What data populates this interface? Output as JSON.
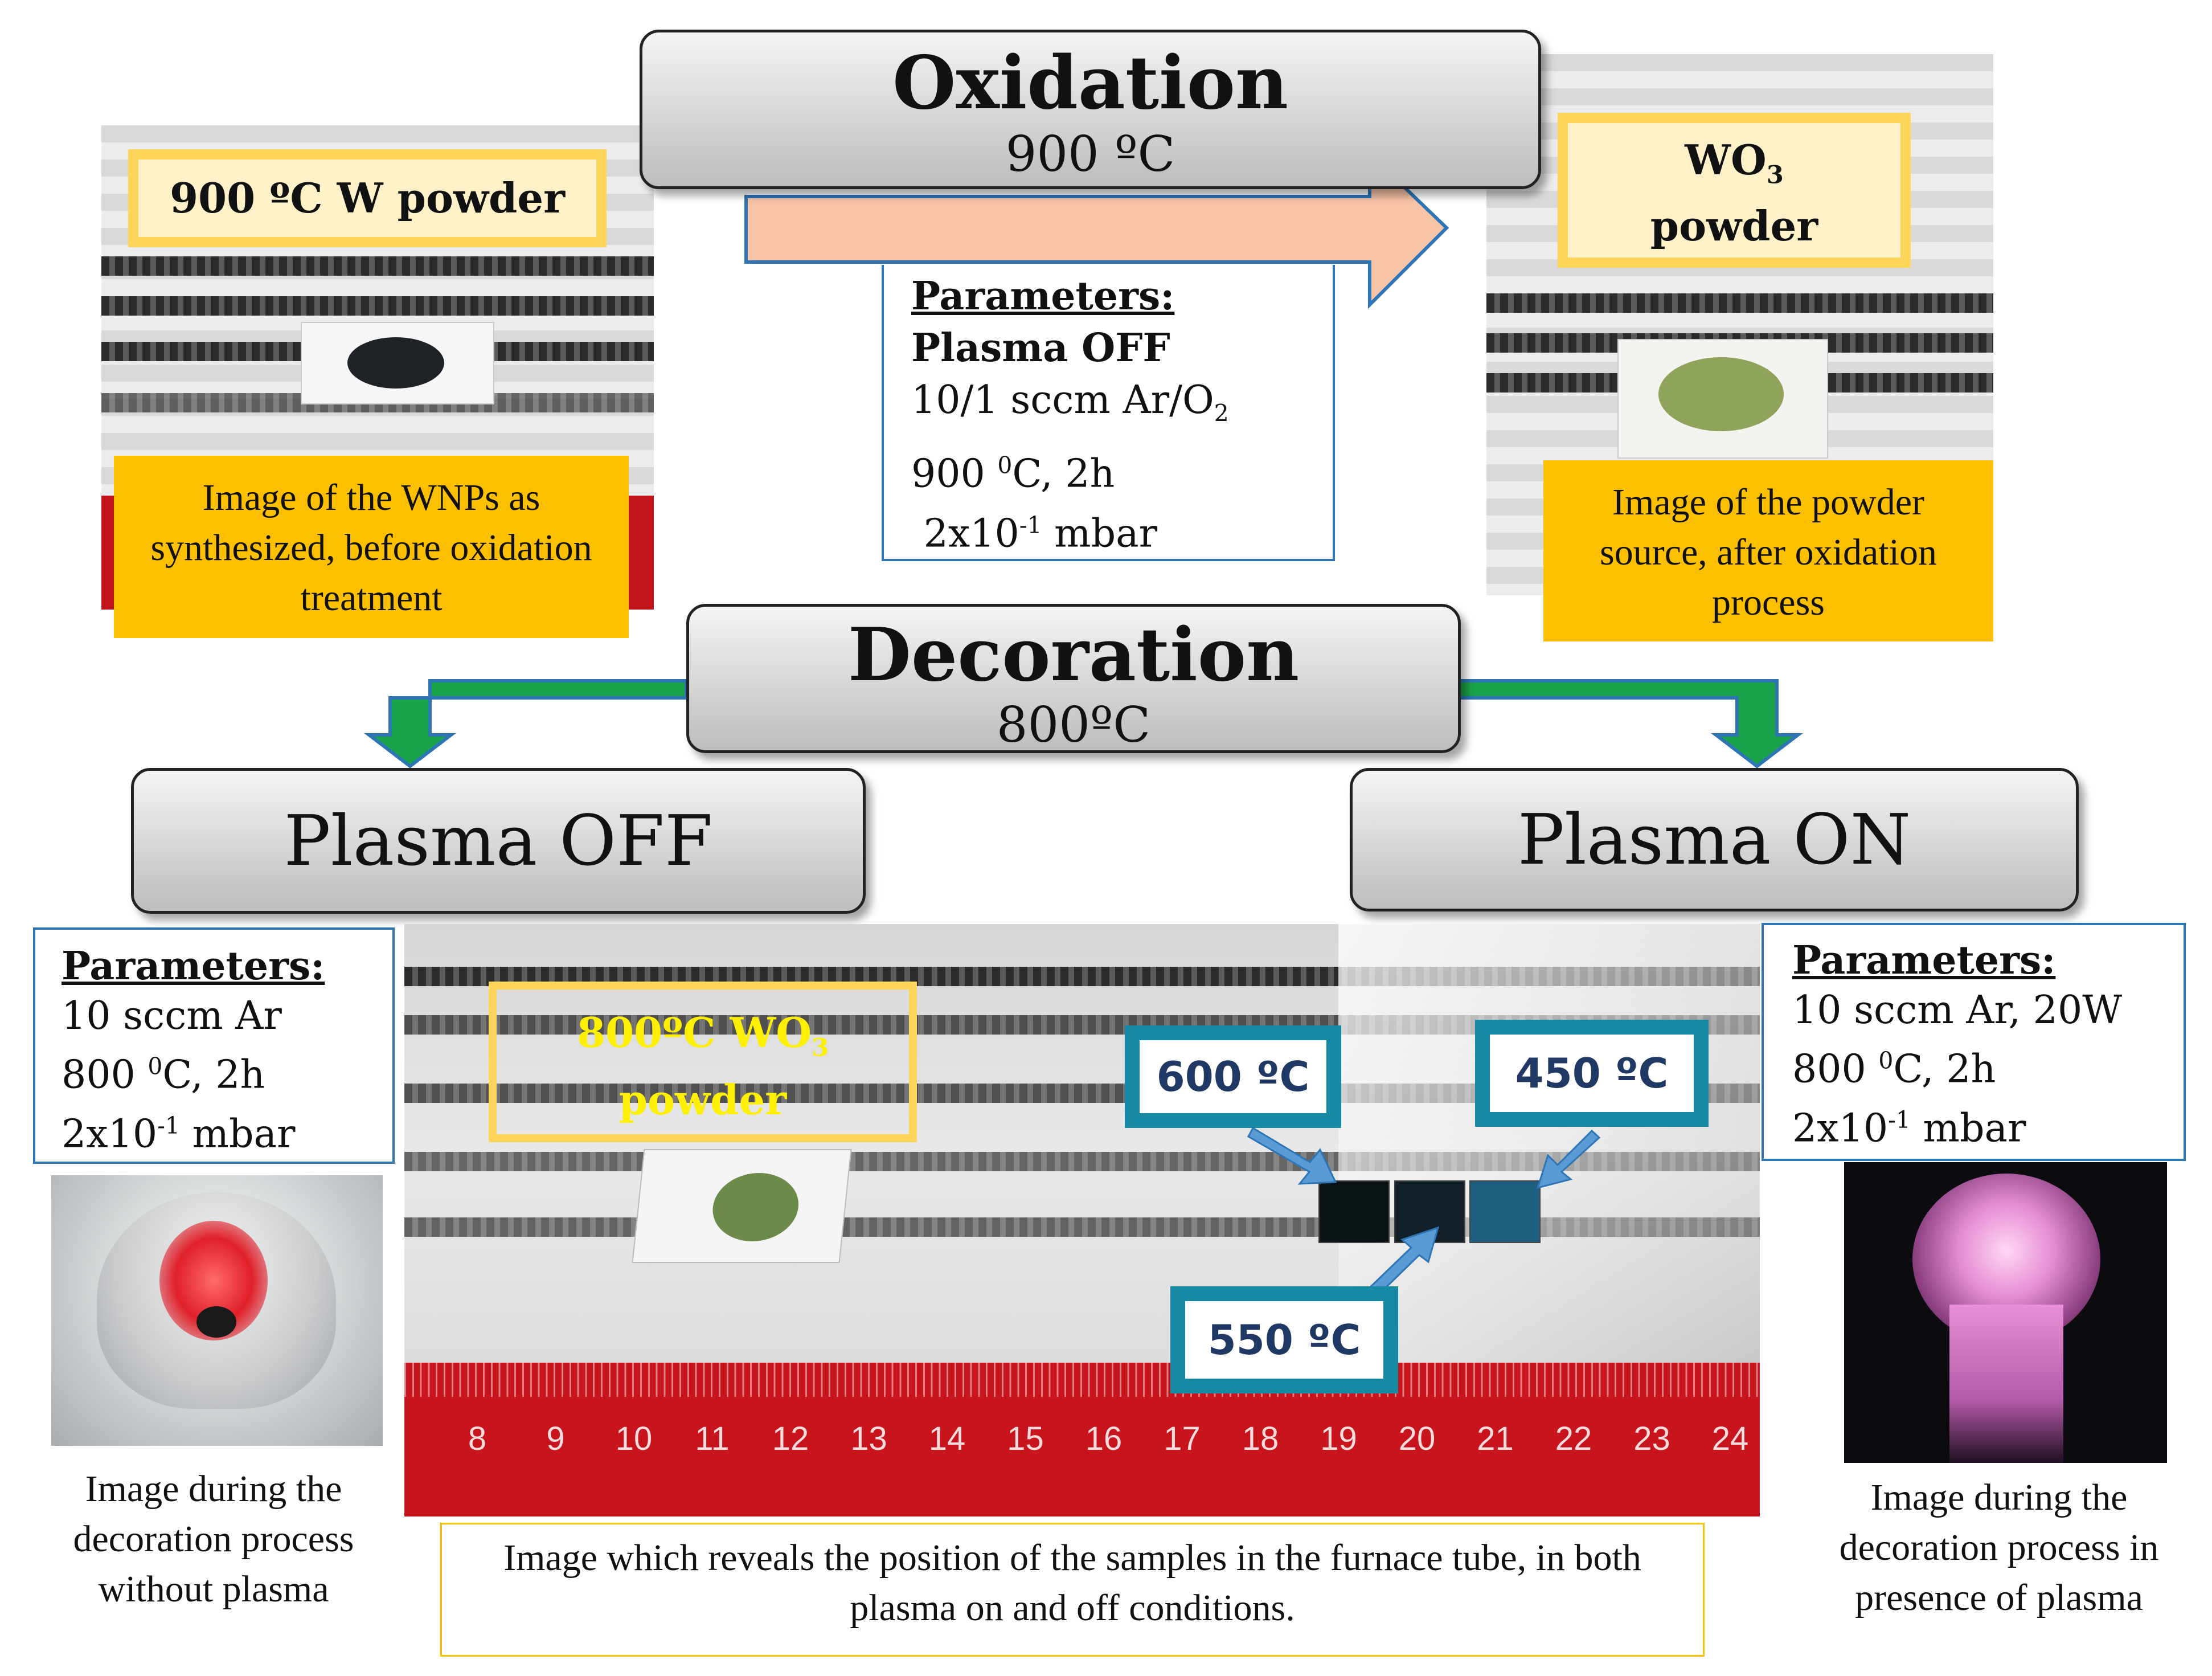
{
  "oxidation": {
    "title": "Oxidation",
    "temp": "900 ºC"
  },
  "decoration": {
    "title": "Decoration",
    "temp": "800ºC"
  },
  "plasma_off": {
    "title": "Plasma OFF"
  },
  "plasma_on": {
    "title": "Plasma ON"
  },
  "w_powder_label": "900 ºC W powder",
  "wo3_label": {
    "line1": "WO",
    "sub": "3",
    "line2": "powder"
  },
  "cap_wnps": "Image of the WNPs as synthesized, before oxidation treatment",
  "cap_powder": "Image of the powder source, after oxidation process",
  "ox_params": {
    "heading": "Parameters:",
    "line1": "Plasma OFF",
    "line2a": "10/1 sccm Ar/O",
    "line2sub": "2",
    "line3a": "900 ",
    "line3sup": "0",
    "line3b": "C, 2h",
    "line4a": " 2x10",
    "line4sup": "-1",
    "line4b": " mbar"
  },
  "off_params": {
    "heading": "Parameters:",
    "line1": "10 sccm Ar",
    "line2a": "800 ",
    "line2sup": "0",
    "line2b": "C, 2h",
    "line3a": "2x10",
    "line3sup": "-1",
    "line3b": " mbar"
  },
  "on_params": {
    "heading": "Parameters:",
    "line1": "10 sccm Ar, 20W",
    "line2a": "800 ",
    "line2sup": "0",
    "line2b": "C, 2h",
    "line3a": "2x10",
    "line3sup": "-1",
    "line3b": " mbar"
  },
  "furnace_label": {
    "a": "800ºC WO",
    "sub": "3",
    "b": "powder"
  },
  "temps": {
    "t600": "600 ºC",
    "t450": "450 ºC",
    "t550": "550 ºC"
  },
  "ruler_ticks": [
    "8",
    "9",
    "10",
    "11",
    "12",
    "13",
    "14",
    "15",
    "16",
    "17",
    "18",
    "19",
    "20",
    "21",
    "22",
    "23",
    "24"
  ],
  "cap_no_plasma": "Image during the decoration process without plasma",
  "cap_plasma": "Image during the decoration process in presence of plasma",
  "cap_furnace": "Image which reveals the position of the samples in the furnace tube, in both plasma on and off conditions.",
  "colors": {
    "gold": "#fcd55a",
    "orange": "#fdc000",
    "teal": "#168aa3",
    "arrow_green": "#1aa34a",
    "arrow_peach": "#f8c4a8"
  }
}
